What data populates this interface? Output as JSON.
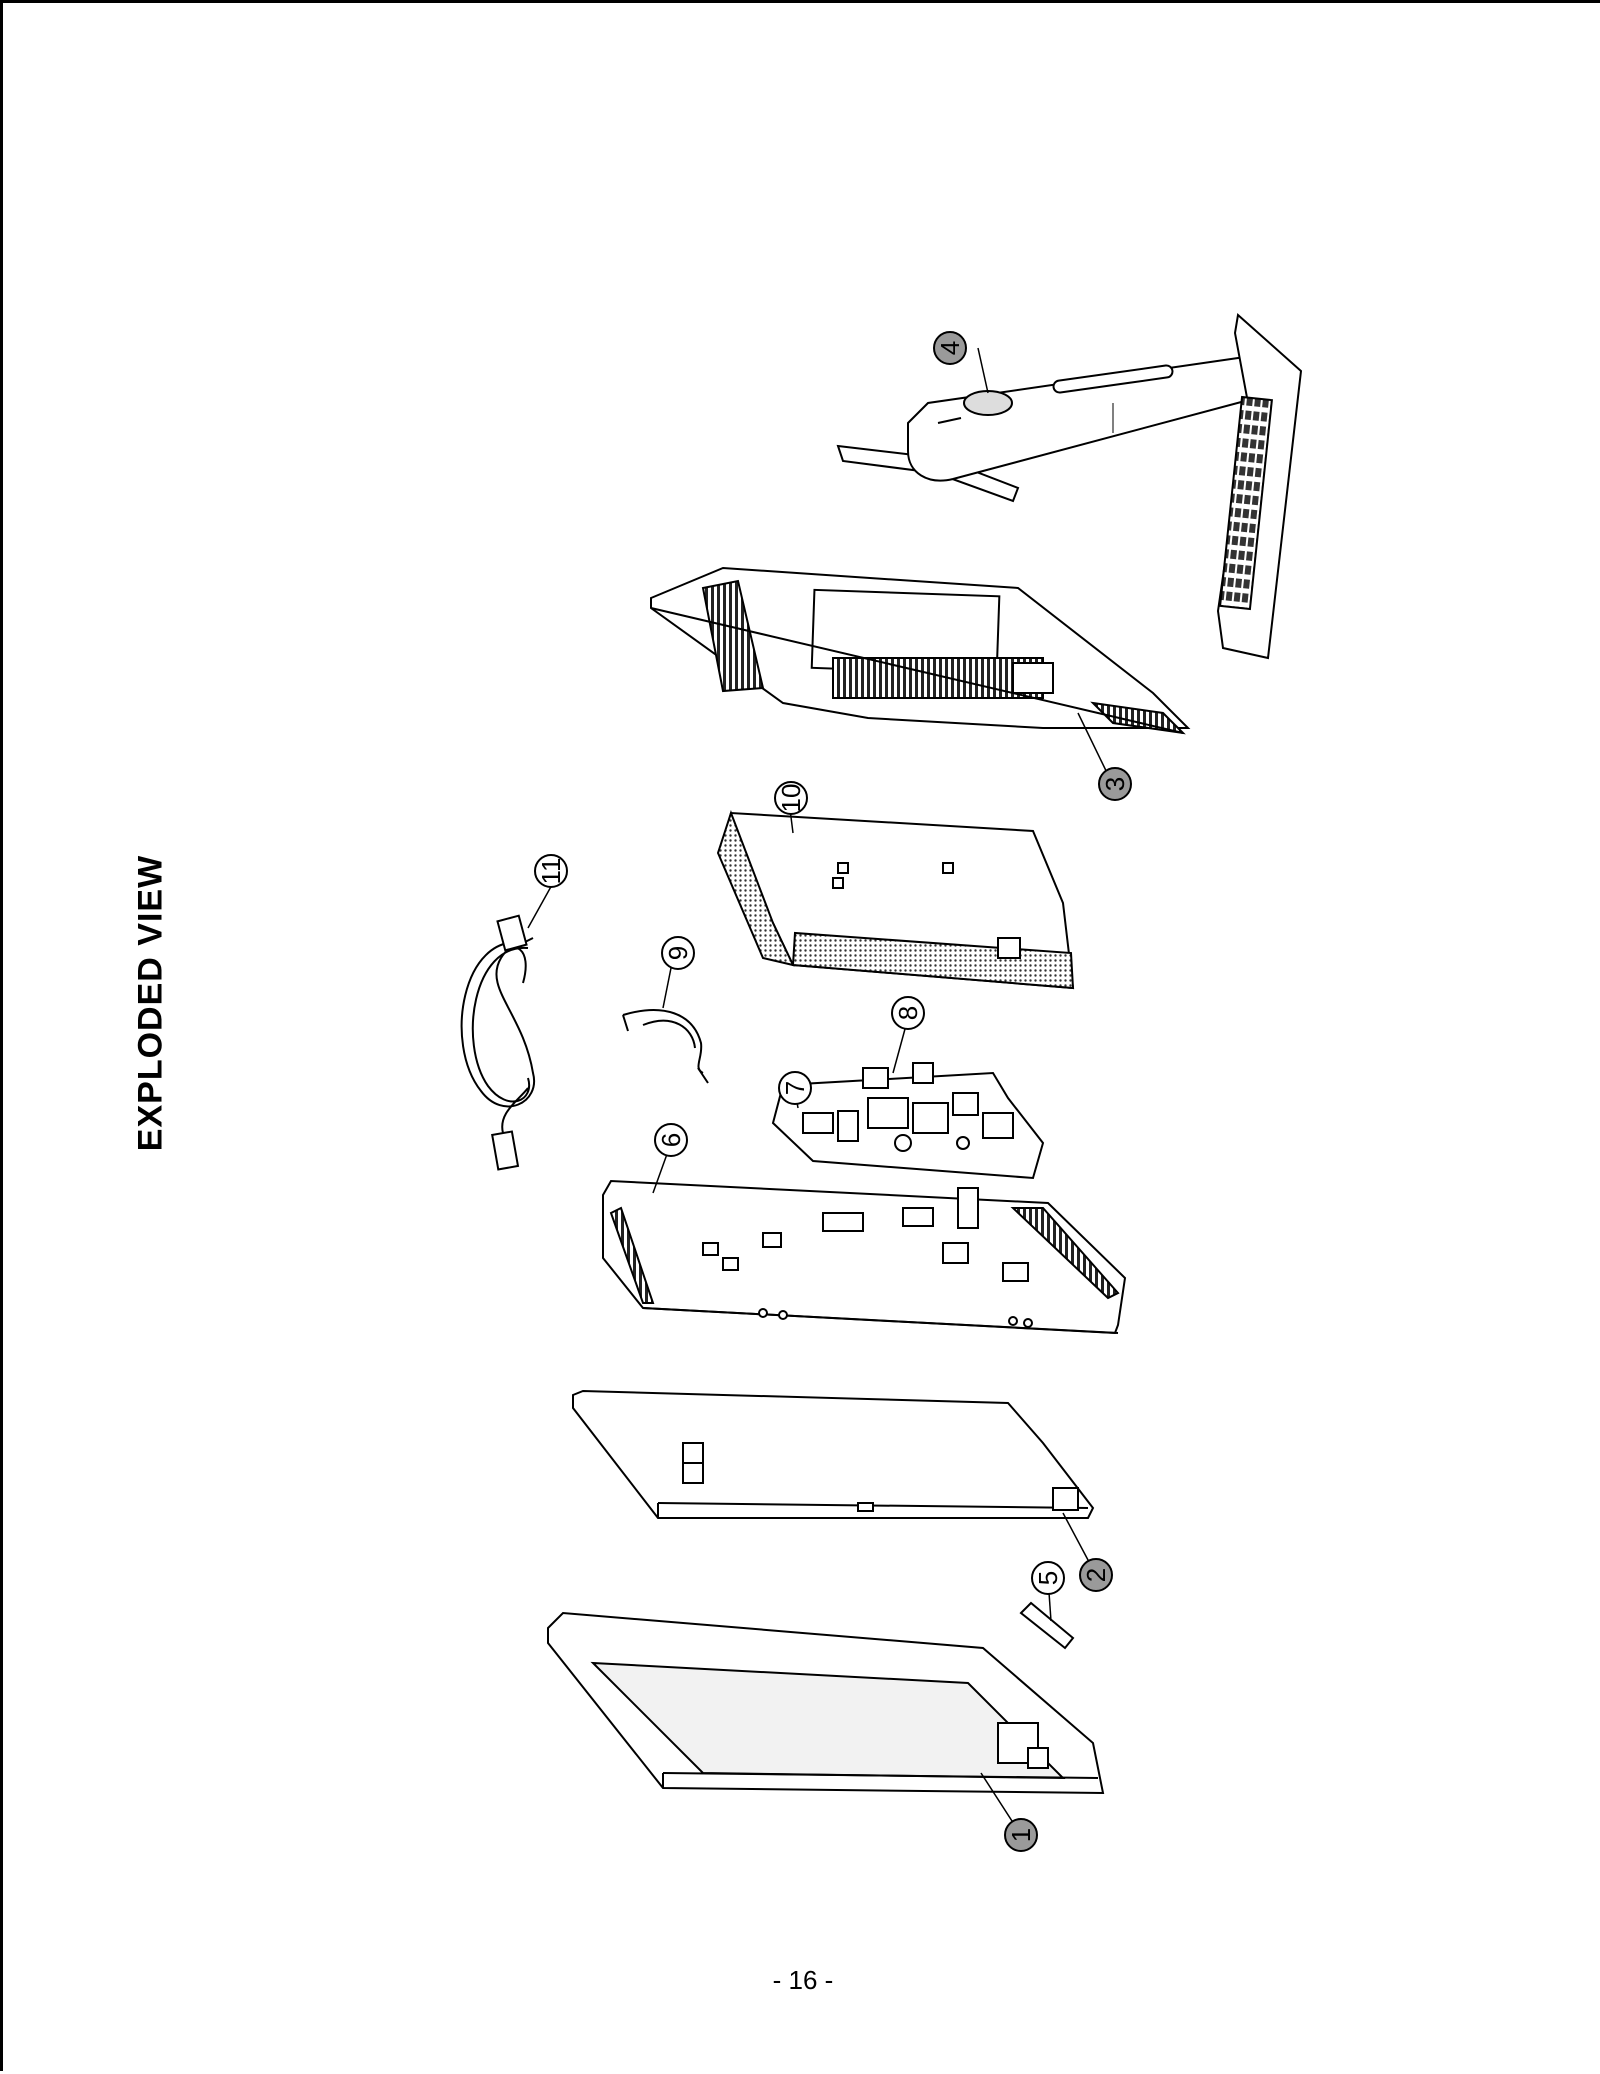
{
  "page": {
    "title": "EXPLODED VIEW",
    "page_number": "- 16 -"
  },
  "callouts": [
    {
      "id": "1",
      "style": "filled"
    },
    {
      "id": "2",
      "style": "filled"
    },
    {
      "id": "3",
      "style": "filled"
    },
    {
      "id": "4",
      "style": "filled"
    },
    {
      "id": "5",
      "style": "outline"
    },
    {
      "id": "6",
      "style": "outline"
    },
    {
      "id": "7",
      "style": "outline"
    },
    {
      "id": "8",
      "style": "outline"
    },
    {
      "id": "9",
      "style": "outline"
    },
    {
      "id": "10",
      "style": "outline"
    },
    {
      "id": "11",
      "style": "outline"
    }
  ],
  "colors": {
    "line": "#000000",
    "filled_callout": "#9a9a9a",
    "panel_fill": "#f2f2f2"
  }
}
